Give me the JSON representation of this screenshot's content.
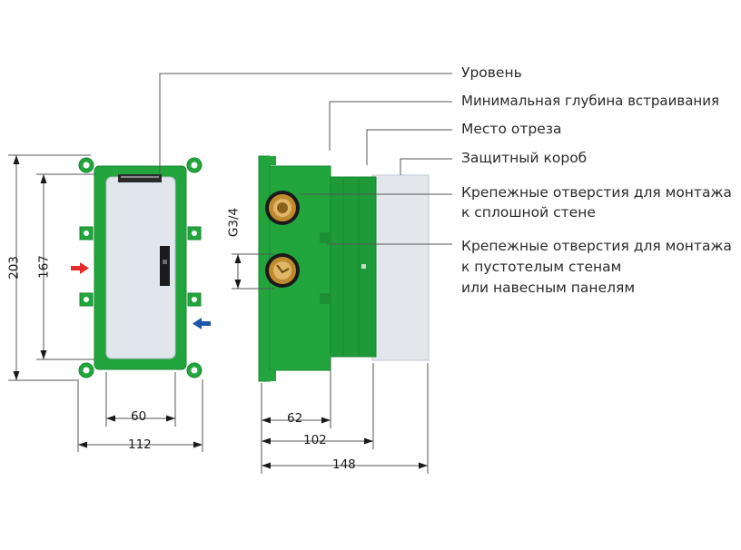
{
  "callouts": {
    "level": "Уровень",
    "min_depth": "Минимальная глубина встраивания",
    "cut_place": "Место отреза",
    "protective_box": "Защитный короб",
    "solid_wall_line1": "Крепежные отверстия для монтажа",
    "solid_wall_line2": "к сплошной стене",
    "hollow_wall_line1": "Крепежные отверстия для монтажа",
    "hollow_wall_line2": "к пустотелым стенам",
    "hollow_wall_line3": "или навесным панелям"
  },
  "dimensions": {
    "total_height": "203",
    "inner_height": "167",
    "inner_width": "60",
    "total_width": "112",
    "thread": "G3/4",
    "depth_min": "62",
    "depth_cut": "102",
    "depth_total": "148"
  },
  "colors": {
    "body_green": "#22a53d",
    "dark_green": "#168a2d",
    "cover_gray": "#e1e5ec",
    "inlet_hot": "#e32b2b",
    "inlet_cold": "#1e55a8",
    "brass": "#c08a2e"
  }
}
